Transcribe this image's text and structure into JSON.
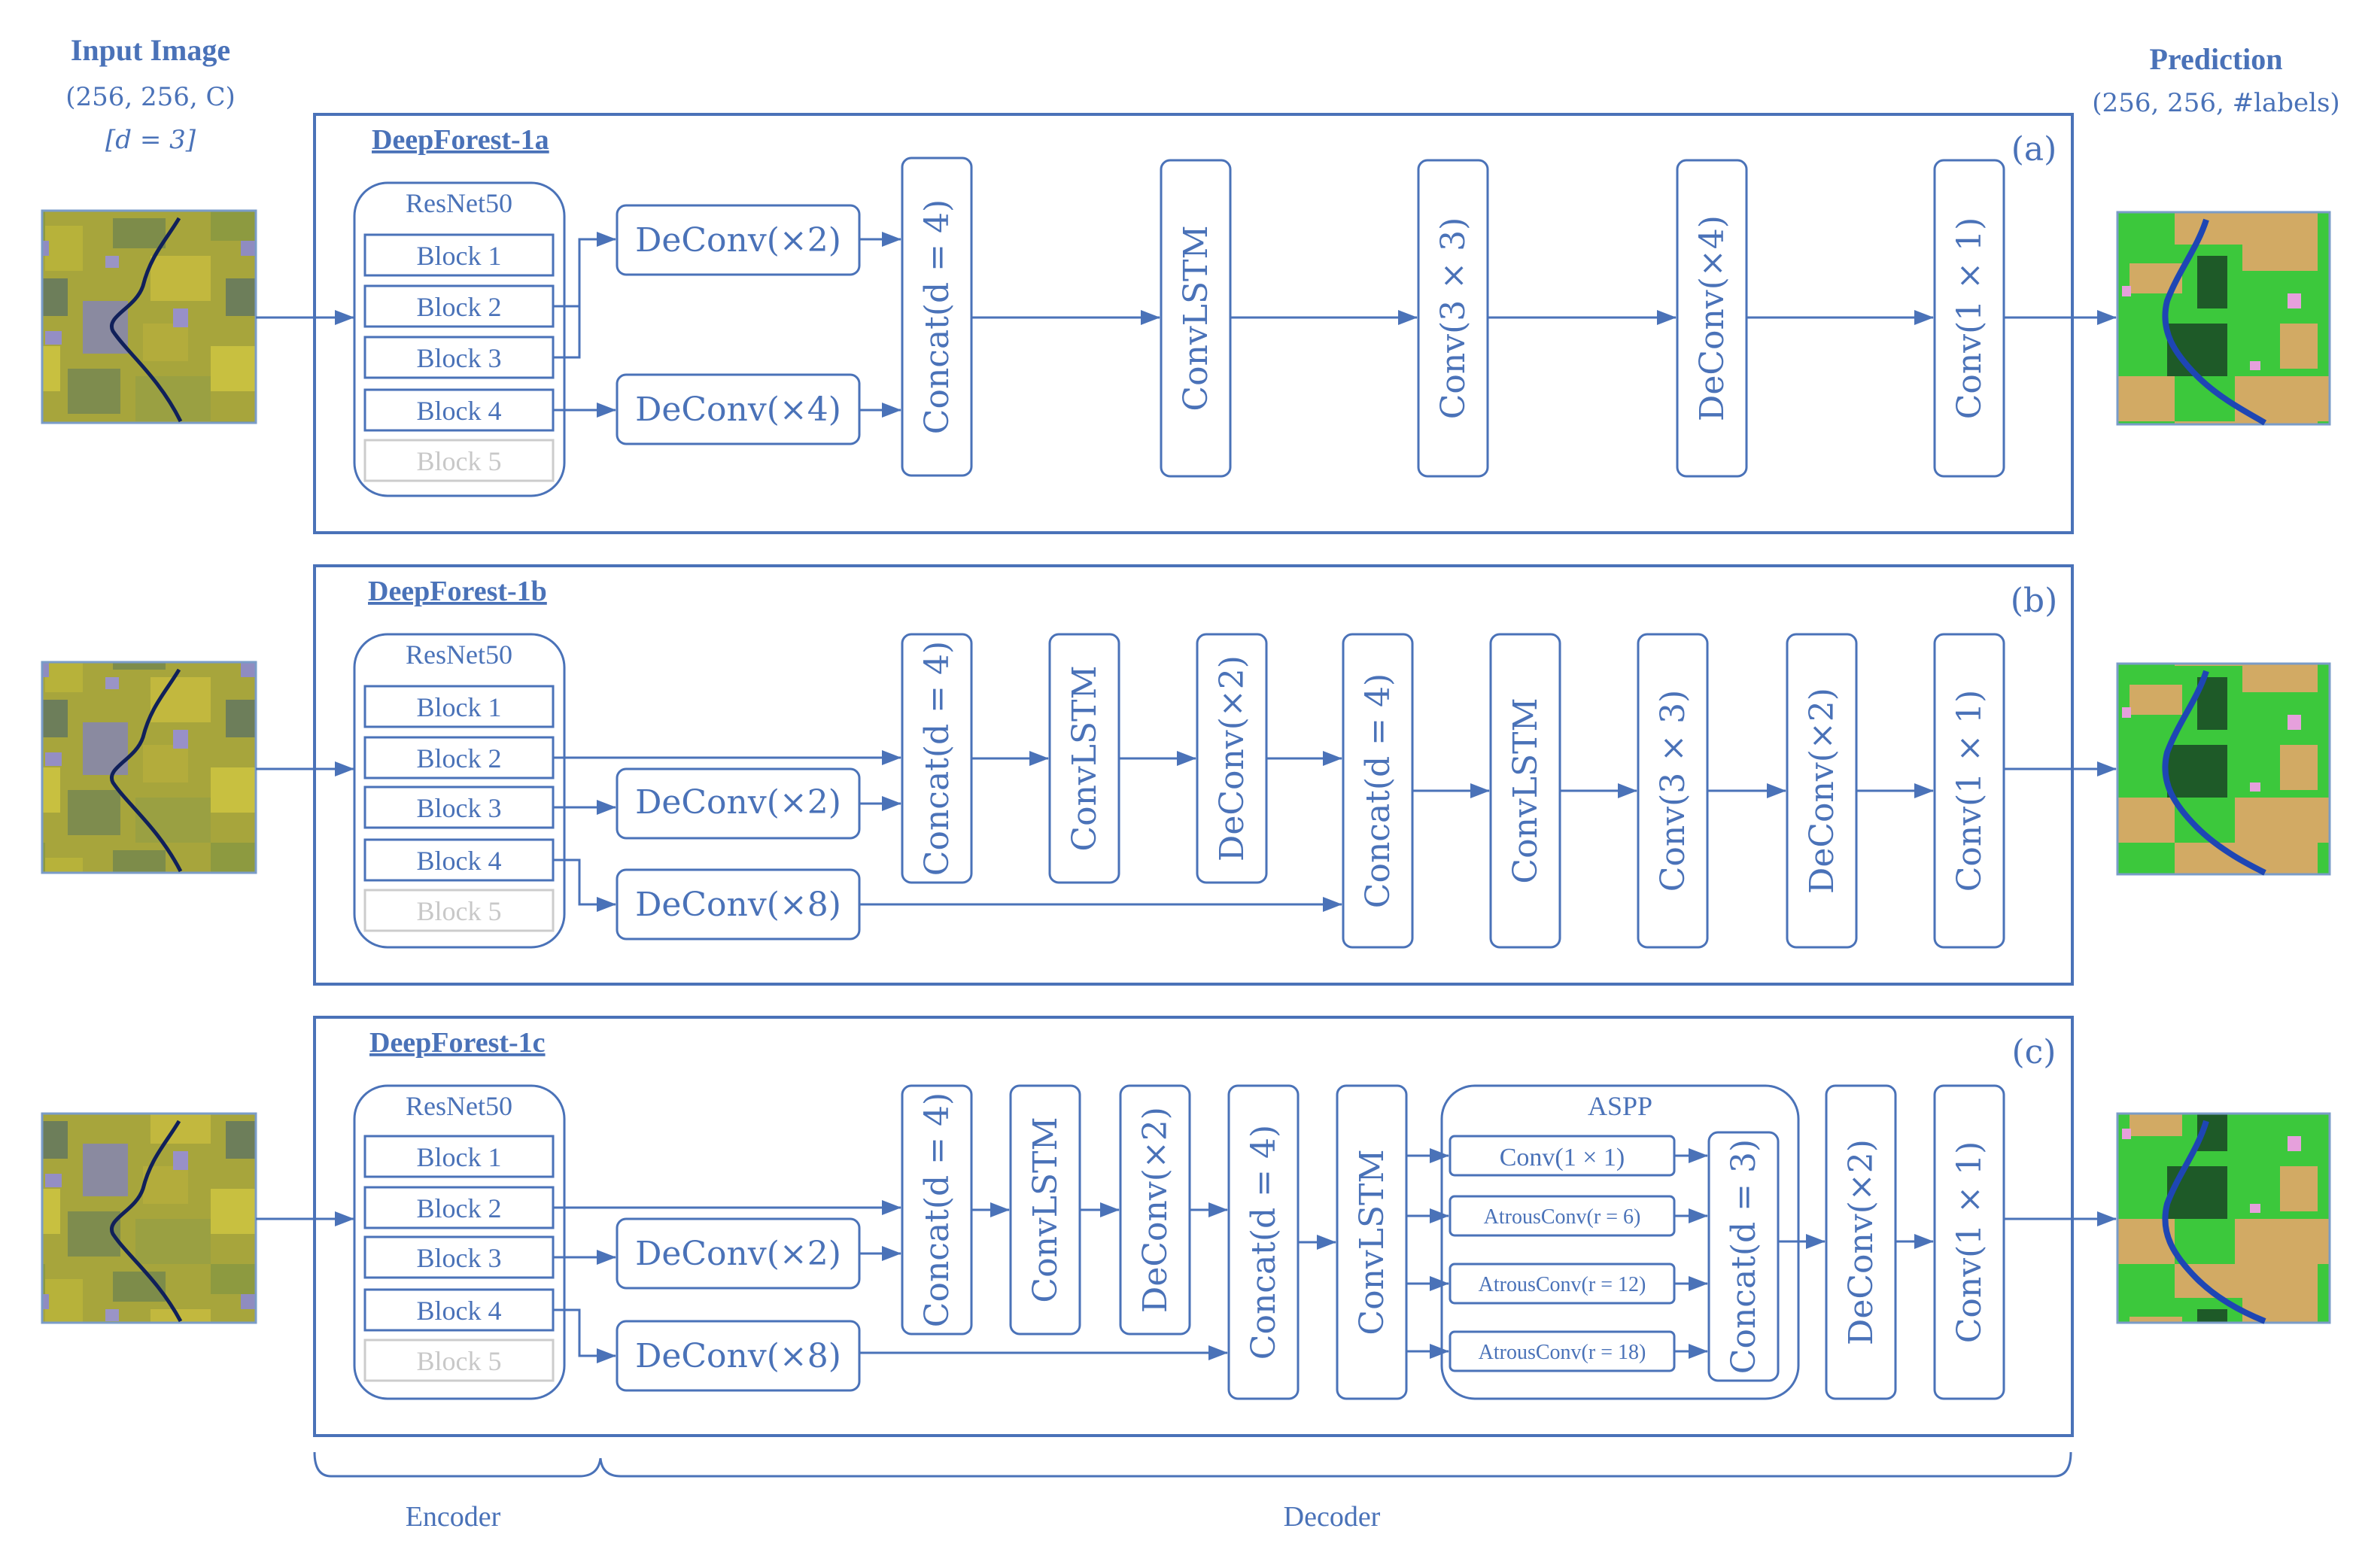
{
  "header": {
    "input_title": "Input Image",
    "input_shape": "(256, 256, C)",
    "input_depth": "[d = 3]",
    "output_title": "Prediction",
    "output_shape": "(256, 256, #labels)"
  },
  "colors": {
    "line": "#4a72b8",
    "faded": "#c8c8c8",
    "sat_base": "#9a9a3c",
    "pred_green": "#3cc83c",
    "pred_dark": "#1e5a28",
    "pred_tan": "#d2aa64",
    "pred_river": "#1e46b4",
    "pred_pink": "#e6a0dc"
  },
  "panels": [
    {
      "title": "DeepForest-1a",
      "tag": "(a)",
      "encoder": {
        "name": "ResNet50",
        "blocks": [
          "Block 1",
          "Block 2",
          "Block 3",
          "Block 4",
          "Block 5"
        ]
      },
      "decoder": [
        "DeConv(×2)",
        "DeConv(×4)",
        "Concat(d = 4)",
        "ConvLSTM",
        "Conv(3 × 3)",
        "DeConv(×4)",
        "Conv(1 × 1)"
      ]
    },
    {
      "title": "DeepForest-1b",
      "tag": "(b)",
      "encoder": {
        "name": "ResNet50",
        "blocks": [
          "Block 1",
          "Block 2",
          "Block 3",
          "Block 4",
          "Block 5"
        ]
      },
      "decoder": [
        "DeConv(×2)",
        "DeConv(×8)",
        "Concat(d = 4)",
        "ConvLSTM",
        "DeConv(×2)",
        "Concat(d = 4)",
        "ConvLSTM",
        "Conv(3 × 3)",
        "DeConv(×2)",
        "Conv(1 × 1)"
      ]
    },
    {
      "title": "DeepForest-1c",
      "tag": "(c)",
      "encoder": {
        "name": "ResNet50",
        "blocks": [
          "Block 1",
          "Block 2",
          "Block 3",
          "Block 4",
          "Block 5"
        ]
      },
      "decoder": [
        "DeConv(×2)",
        "DeConv(×8)",
        "Concat(d = 4)",
        "ConvLSTM",
        "DeConv(×2)",
        "Concat(d = 4)",
        "ConvLSTM",
        "DeConv(×2)",
        "Conv(1 × 1)"
      ],
      "aspp": {
        "title": "ASPP",
        "branches": [
          "Conv(1 × 1)",
          "AtrousConv(r = 6)",
          "AtrousConv(r = 12)",
          "AtrousConv(r = 18)"
        ],
        "concat": "Concat(d = 3)"
      }
    }
  ],
  "footer": {
    "encoder_label": "Encoder",
    "decoder_label": "Decoder"
  }
}
